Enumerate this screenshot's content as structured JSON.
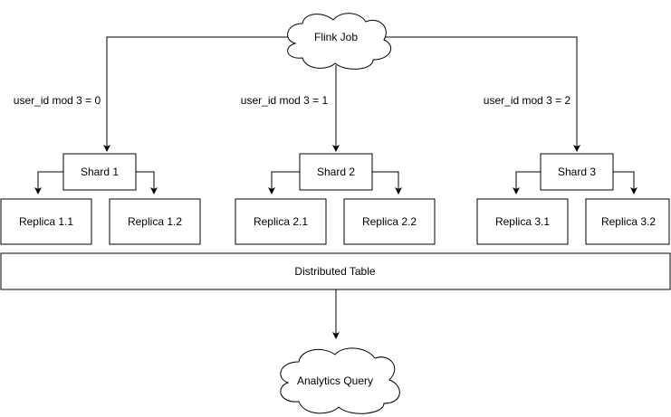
{
  "nodes": {
    "flink_job": "Flink Job",
    "shard_1": "Shard 1",
    "shard_2": "Shard 2",
    "shard_3": "Shard 3",
    "replica_1_1": "Replica 1.1",
    "replica_1_2": "Replica 1.2",
    "replica_2_1": "Replica 2.1",
    "replica_2_2": "Replica 2.2",
    "replica_3_1": "Replica 3.1",
    "replica_3_2": "Replica 3.2",
    "distributed_table": "Distributed Table",
    "analytics_query": "Analytics Query"
  },
  "edge_labels": {
    "to_shard_1": "user_id mod 3 = 0",
    "to_shard_2": "user_id mod 3 = 1",
    "to_shard_3": "user_id mod 3 = 2"
  },
  "colors": {
    "stroke": "#000000",
    "fill": "#ffffff",
    "text": "#000000"
  }
}
